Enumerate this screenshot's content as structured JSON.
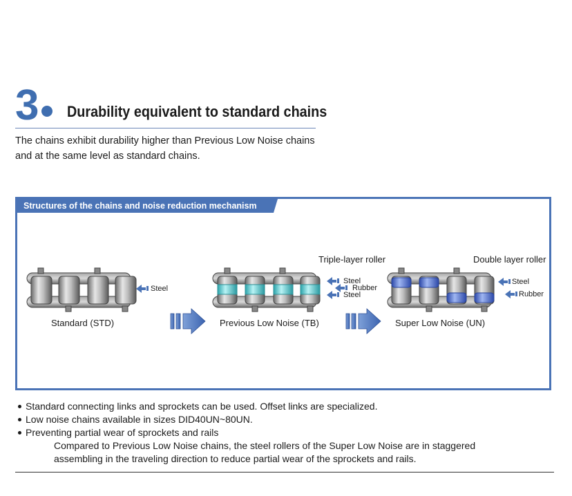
{
  "section": {
    "number": "3",
    "title": "Durability equivalent to standard chains",
    "intro_line1": "The chains exhibit durability higher than Previous Low Noise chains",
    "intro_line2": "and at the same level as standard chains."
  },
  "panel": {
    "header": "Structures of the chains and noise reduction mechanism",
    "chains": [
      {
        "label": "Standard (STD)",
        "layers": [
          "Steel"
        ]
      },
      {
        "label": "Previous Low Noise (TB)",
        "caption": "Triple-layer roller",
        "layers": [
          "Steel",
          "Rubber",
          "Steel"
        ]
      },
      {
        "label": "Super Low Noise (UN)",
        "caption": "Double layer roller",
        "layers": [
          "Steel",
          "Rubber"
        ]
      }
    ]
  },
  "colors": {
    "accent": "#4a73b6",
    "tb_rubber": "#5fd0d6",
    "un_rubber": "#4a6fd0"
  },
  "bullets": [
    "Standard connecting links and sprockets can be used. Offset links are specialized.",
    "Low noise chains available in sizes DID40UN~80UN.",
    "Preventing partial wear of sprockets and rails"
  ],
  "sub_text": {
    "line1": "Compared to Previous Low Noise chains, the steel rollers of the Super Low Noise are in staggered",
    "line2": "assembling in the traveling direction to reduce partial wear of the sprockets and rails."
  }
}
